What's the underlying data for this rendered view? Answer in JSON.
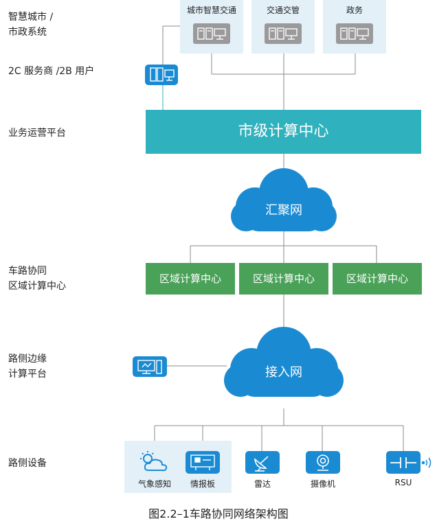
{
  "left_labels": {
    "smart_city": [
      "智慧城市 /",
      "市政系统"
    ],
    "service_users": [
      "2C 服务商 /2B 用户"
    ],
    "business_platform": [
      "业务运营平台"
    ],
    "regional_center": [
      "车路协同",
      "区域计算中心"
    ],
    "edge_platform": [
      "路侧边缘",
      "计算平台"
    ],
    "roadside_devices": [
      "路侧设备"
    ]
  },
  "top_systems": [
    "城市智慧交通",
    "交通交管",
    "政务"
  ],
  "city_center": "市级计算中心",
  "aggregation_network": "汇聚网",
  "regional_centers": [
    "区域计算中心",
    "区域计算中心",
    "区域计算中心"
  ],
  "access_network": "接入网",
  "devices": [
    "气象感知",
    "情报板",
    "雷达",
    "摄像机",
    "RSU"
  ],
  "caption": "图2.2–1车路协同网络架构图",
  "colors": {
    "teal": "#2fb1be",
    "green": "#4aa158",
    "blue": "#1a8bd3",
    "light_bg": "#e3f0f8",
    "gray": "#9a9a9a"
  }
}
